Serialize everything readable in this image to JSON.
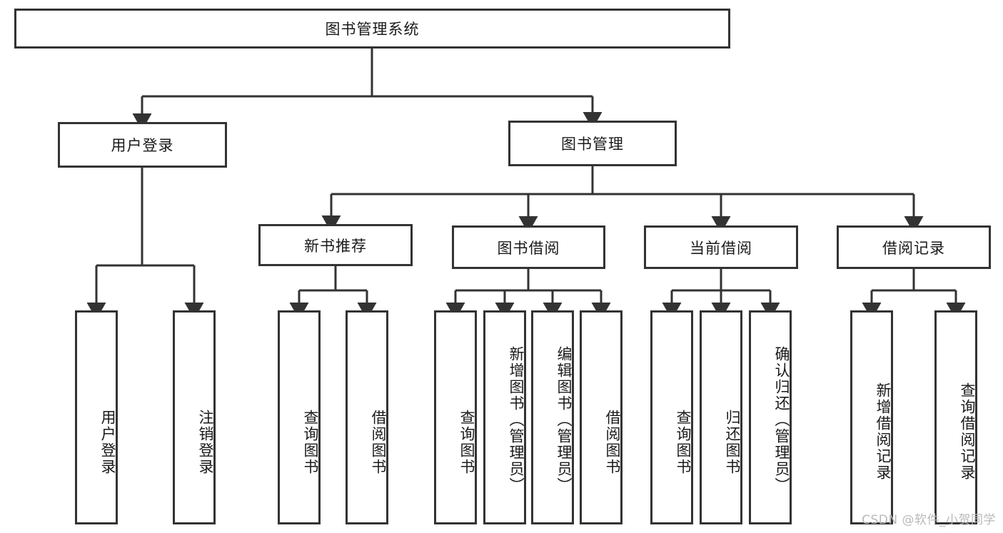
{
  "diagram": {
    "title": "图书管理系统",
    "watermark": "CSDN @软件_小贺同学",
    "colors": {
      "stroke": "#333333",
      "fill": "#ffffff",
      "text": "#1a1a1a",
      "watermark": "#b9b9b9"
    },
    "root": {
      "id": "root",
      "label": "图书管理系统"
    },
    "level2": [
      {
        "id": "user-login",
        "label": "用户登录"
      },
      {
        "id": "book-manage",
        "label": "图书管理"
      }
    ],
    "level3": [
      {
        "id": "new-book-rec",
        "label": "新书推荐"
      },
      {
        "id": "book-borrow",
        "label": "图书借阅"
      },
      {
        "id": "current-borrow",
        "label": "当前借阅"
      },
      {
        "id": "borrow-record",
        "label": "借阅记录"
      }
    ],
    "leaves": {
      "user-login": [
        {
          "id": "leaf-user-login",
          "label": "用户登录"
        },
        {
          "id": "leaf-logout",
          "label": "注销登录"
        }
      ],
      "new-book-rec": [
        {
          "id": "leaf-query-book-1",
          "label": "查询图书"
        },
        {
          "id": "leaf-borrow-book-1",
          "label": "借阅图书"
        }
      ],
      "book-borrow": [
        {
          "id": "leaf-query-book-2",
          "label": "查询图书"
        },
        {
          "id": "leaf-add-book",
          "label": "新增图书（管理员）"
        },
        {
          "id": "leaf-edit-book",
          "label": "编辑图书（管理员）"
        },
        {
          "id": "leaf-borrow-book-2",
          "label": "借阅图书"
        }
      ],
      "current-borrow": [
        {
          "id": "leaf-query-book-3",
          "label": "查询图书"
        },
        {
          "id": "leaf-return-book",
          "label": "归还图书"
        },
        {
          "id": "leaf-confirm-return",
          "label": "确认归还（管理员）"
        }
      ],
      "borrow-record": [
        {
          "id": "leaf-add-record",
          "label": "新增借阅记录"
        },
        {
          "id": "leaf-query-record",
          "label": "查询借阅记录"
        }
      ]
    }
  }
}
